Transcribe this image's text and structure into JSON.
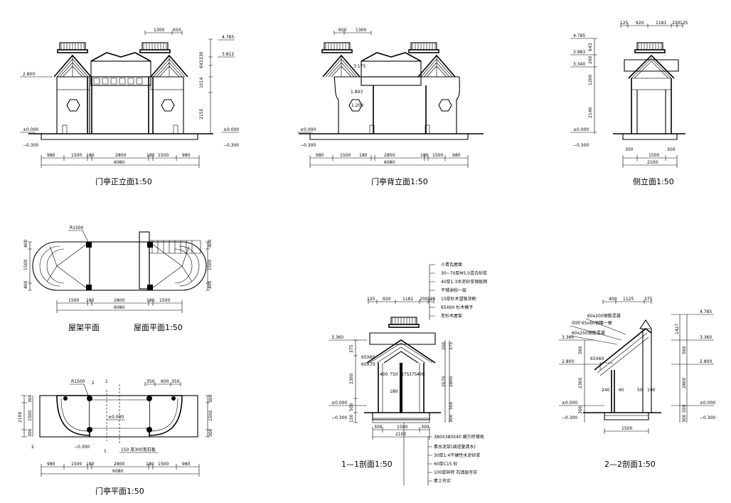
{
  "titles": {
    "front_elevation": "门亭正立面1:50",
    "back_elevation": "门亭背立面1:50",
    "side_elevation": "侧立面1:50",
    "roof_frame_plan": "屋架平面",
    "roof_plan": "屋面平面1:50",
    "plan": "门亭平面1:50",
    "section_1": "1—1剖面1:50",
    "section_2": "2—2剖面1:50"
  },
  "front_elevation": {
    "top_dims": [
      "1300",
      "650"
    ],
    "right_dims": [
      "4.785",
      "3.812",
      "643",
      "330",
      "1014",
      "2155"
    ],
    "left_levels": [
      "2.800",
      "±0.000",
      "−0.300"
    ],
    "right_levels": [
      "±0.000",
      "−0.300"
    ],
    "bottom_dims": [
      "980",
      "1500",
      "180",
      "2800",
      "180",
      "1500",
      "980"
    ],
    "total": "6080"
  },
  "back_elevation": {
    "top_dims": [
      "650",
      "1300"
    ],
    "annotations": [
      "3.175",
      "1.893",
      "1.200"
    ],
    "left_levels": [
      "±0.000",
      "−0.300"
    ],
    "bottom_dims": [
      "980",
      "1500",
      "180",
      "2800",
      "180",
      "1500",
      "980"
    ],
    "total": "6080"
  },
  "side_elevation": {
    "top_dims": [
      "125",
      "920",
      "1181",
      "200",
      "125"
    ],
    "left_levels": [
      "4.785",
      "3.983",
      "3.340",
      "±0.000",
      "−0.300"
    ],
    "left_dims": [
      "643",
      "200",
      "1200",
      "2140"
    ],
    "bottom_dims": [
      "300",
      "1500",
      "300"
    ],
    "total": "2100"
  },
  "roof_plan": {
    "radius": "R1500",
    "left_dims": [
      "400",
      "1500",
      "400"
    ],
    "right_dims": [
      "400",
      "1500",
      "400"
    ],
    "bottom_dims": [
      "1500",
      "180",
      "2800",
      "180",
      "1500"
    ],
    "total": "6080"
  },
  "plan": {
    "radius": "R1500",
    "markers": [
      "2",
      "1",
      "2",
      "1"
    ],
    "top_dims": [
      "350",
      "600",
      "350"
    ],
    "level": "±0.000",
    "level_low": "−0.300",
    "floor_note": "150 厚300宽石板",
    "left_dims": [
      "2100",
      "300",
      "1500",
      "300"
    ],
    "right_dims": [
      "300",
      "1500",
      "300"
    ],
    "bottom_dims": [
      "980",
      "1500",
      "180",
      "2800",
      "180",
      "1500",
      "980"
    ],
    "total": "6080"
  },
  "section_1": {
    "roof_notes": [
      "小青瓦屋面",
      "30~70厚M5.0混合砂浆",
      "40厚1:3水泥砂浆钢板网",
      "干铺油毡一层",
      "15厚杉木望板涂刷",
      "65X60 杉木橡子",
      "老杉木屋架"
    ],
    "top_dims": [
      "125",
      "920",
      "1181",
      "200",
      "125"
    ],
    "labels": [
      "3.360",
      "65X60",
      "60X70",
      "400",
      "750",
      "375",
      "375",
      "400",
      "180",
      "±0.000",
      "−0.300"
    ],
    "left_dims": [
      "375",
      "2300",
      "500",
      "150"
    ],
    "right_dims": [
      "200",
      "375",
      "2070",
      "2800",
      "500",
      "300"
    ],
    "bottom_dims": [
      "300",
      "1500",
      "300"
    ],
    "total": "2100",
    "floor_notes": [
      "380X380X40 细方砖铺地",
      "素水泥浆(调适量清水)",
      "30厚1:4干硬性水泥砂浆",
      "60厚C15 砼",
      "100厚碎砖 石填层夯实",
      "素土夯实"
    ]
  },
  "section_2": {
    "top_dims": [
      "400",
      "1125",
      "375"
    ],
    "notes": [
      "60x200钢筋混凝",
      "中间 65x60钢檩一根",
      "60x250钢筋混凝",
      "65X60"
    ],
    "left_levels": [
      "3.360",
      "2.800",
      "±0.000",
      "−0.300"
    ],
    "right_levels": [
      "4.785",
      "3.360",
      "2.800",
      "±0.000",
      "−0.300"
    ],
    "left_dims": [
      "560",
      "2300",
      "300"
    ],
    "right_dims": [
      "1427",
      "560",
      "2800",
      "500",
      "300"
    ],
    "inner_dims": [
      "240",
      "60",
      "50",
      "190"
    ],
    "bottom_dims": [
      "1500"
    ]
  }
}
